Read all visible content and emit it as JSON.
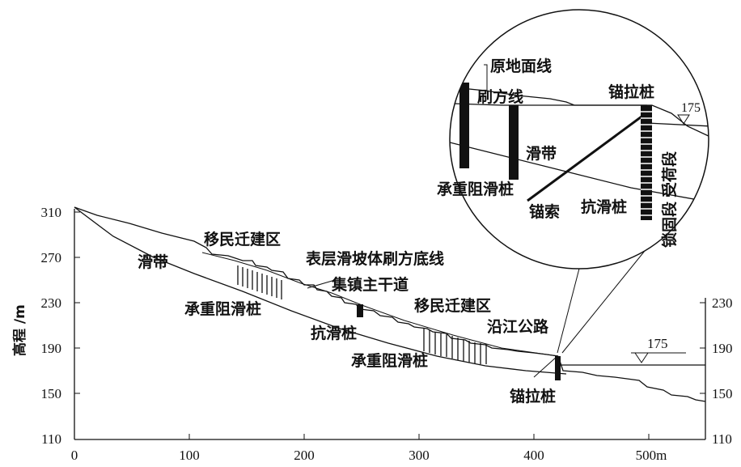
{
  "axes": {
    "ylabel": "高程 /m",
    "left_ticks": [
      "310",
      "270",
      "230",
      "190",
      "150",
      "110"
    ],
    "right_ticks": [
      "230",
      "190",
      "150",
      "110"
    ],
    "x_ticks": [
      "0",
      "100",
      "200",
      "300",
      "400",
      "500m"
    ]
  },
  "labels": {
    "resettle_1": "移民迁建区",
    "slide_band": "滑带",
    "surface_cut": "表层滑坡体刷方底线",
    "main_road": "集镇主干道",
    "load_pile_1": "承重阻滑桩",
    "anti_pile": "抗滑桩",
    "resettle_2": "移民迁建区",
    "river_road": "沿江公路",
    "load_pile_2": "承重阻滑桩",
    "anchor_pile": "锚拉桩",
    "water_level": "175"
  },
  "inset": {
    "original_ground": "原地面线",
    "cut_line": "刷方线",
    "anchor_pile": "锚拉桩",
    "water_level": "175",
    "slide_band": "滑带",
    "load_pile": "承重阻滑桩",
    "anchor_cable": "锚索",
    "anti_pile": "抗滑桩",
    "anchored_segment": "锁固段",
    "loaded_segment": "受荷段"
  },
  "colors": {
    "ink": "#111111",
    "background": "#ffffff"
  }
}
